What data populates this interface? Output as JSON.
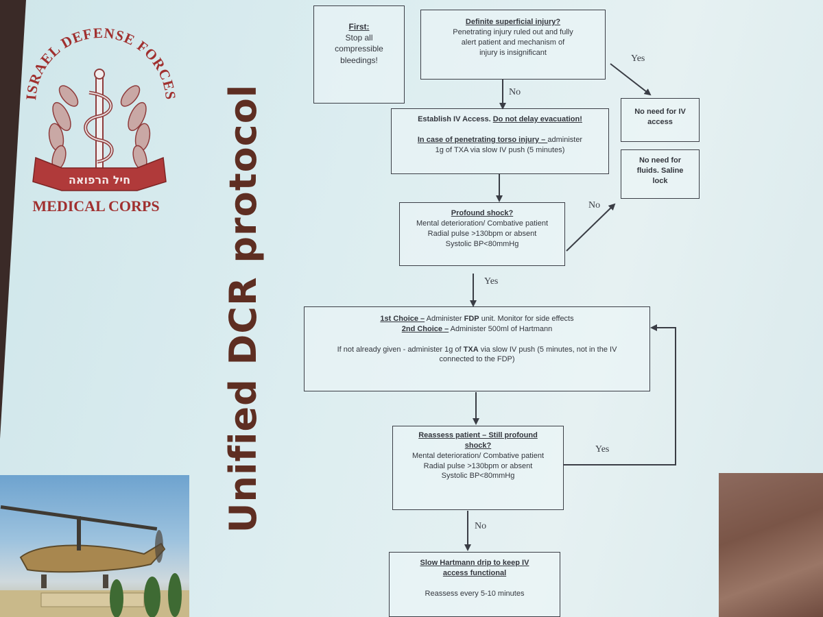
{
  "slide": {
    "title": "Unified DCR protocol",
    "logo": {
      "arc_text": "ISRAEL DEFENSE FORCES",
      "ribbon_text": "חיל הרפואה",
      "caption": "MEDICAL CORPS"
    }
  },
  "flowchart": {
    "first": {
      "heading": "First:",
      "lines": [
        "Stop all",
        "compressible",
        "bleedings!"
      ]
    },
    "superficial": {
      "heading": "Definite superficial injury?",
      "lines": [
        "Penetrating injury ruled out and fully",
        "alert patient and mechanism of",
        "injury is insignificant"
      ]
    },
    "no_iv": {
      "lines": [
        "No need for IV",
        "access"
      ]
    },
    "no_fluids": {
      "lines": [
        "No need for",
        "fluids. Saline",
        "lock"
      ]
    },
    "establish_iv": {
      "line1_a": "Establish IV Access. ",
      "line1_b": "Do not delay evacuation!",
      "line2_a": "In case of penetrating torso injury – ",
      "line2_b": "administer",
      "line3": "1g of TXA via slow IV push (5 minutes)"
    },
    "profound_shock": {
      "heading": "Profound shock?",
      "lines": [
        "Mental deterioration/ Combative patient",
        "Radial pulse >130bpm or absent",
        "Systolic BP<80mmHg"
      ]
    },
    "choice": {
      "first_label": "1st Choice –",
      "first_pre": " Administer ",
      "first_bold": "FDP",
      "first_post": " unit. Monitor for side effects",
      "second_label": "2nd Choice –",
      "second_text": " Administer 500ml of Hartmann",
      "txa_pre": "If not already given - administer 1g of ",
      "txa_bold": "TXA",
      "txa_post": " via slow IV push (5 minutes, not in the IV",
      "txa_line2": "connected to the FDP)"
    },
    "reassess": {
      "heading_line1": "Reassess patient – Still profound",
      "heading_line2": "shock?",
      "lines": [
        "Mental deterioration/ Combative patient",
        "Radial pulse >130bpm or absent",
        "Systolic BP<80mmHg"
      ]
    },
    "slow_hartmann": {
      "heading_line1": "Slow Hartmann drip to keep IV",
      "heading_line2": "access functional",
      "line": "Reassess every 5-10 minutes"
    },
    "labels": {
      "yes_superficial": "Yes",
      "no_superficial": "No",
      "no_shock": "No",
      "yes_shock": "Yes",
      "yes_reassess": "Yes",
      "no_reassess": "No"
    }
  },
  "colors": {
    "title": "#5e2e22",
    "logo_red": "#b03a3a",
    "logo_text": "#a0302f",
    "line": "#3a3d45"
  }
}
